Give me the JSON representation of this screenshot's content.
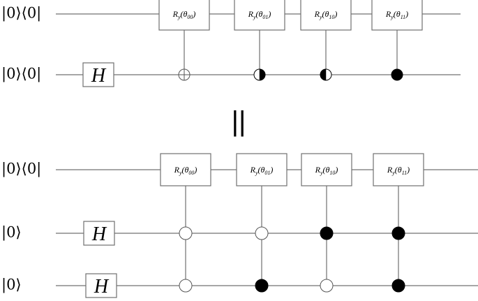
{
  "top_circuit": {
    "qubits": [
      {
        "id": "q0",
        "label": "|0⟩⟨0|"
      },
      {
        "id": "q1",
        "label": "|0⟩⟨0|"
      }
    ],
    "h_gates": [
      {
        "qubit": 1,
        "label": "H"
      }
    ],
    "ry_gates": [
      {
        "target": 0,
        "label": "R_y(θ_00)",
        "controls": [
          {
            "qubit": 1,
            "state": "oplus"
          }
        ]
      },
      {
        "target": 0,
        "label": "R_y(θ_01)",
        "controls": [
          {
            "qubit": 1,
            "state": "half-right"
          }
        ]
      },
      {
        "target": 0,
        "label": "R_y(θ_10)",
        "controls": [
          {
            "qubit": 1,
            "state": "half-left"
          }
        ]
      },
      {
        "target": 0,
        "label": "R_y(θ_11)",
        "controls": [
          {
            "qubit": 1,
            "state": "filled"
          }
        ]
      }
    ]
  },
  "separator": "||",
  "bottom_circuit": {
    "qubits": [
      {
        "id": "q0",
        "label": "|0⟩⟨0|"
      },
      {
        "id": "q1",
        "label": "|0⟩"
      },
      {
        "id": "q2",
        "label": "|0⟩"
      }
    ],
    "h_gates": [
      {
        "qubit": 1,
        "label": "H"
      },
      {
        "qubit": 2,
        "label": "H"
      }
    ],
    "ry_gates": [
      {
        "target": 0,
        "label": "R_y(θ_00)",
        "controls": [
          {
            "qubit": 1,
            "state": "open"
          },
          {
            "qubit": 2,
            "state": "open"
          }
        ]
      },
      {
        "target": 0,
        "label": "R_y(θ_01)",
        "controls": [
          {
            "qubit": 1,
            "state": "open"
          },
          {
            "qubit": 2,
            "state": "filled"
          }
        ]
      },
      {
        "target": 0,
        "label": "R_y(θ_10)",
        "controls": [
          {
            "qubit": 1,
            "state": "filled"
          },
          {
            "qubit": 2,
            "state": "open"
          }
        ]
      },
      {
        "target": 0,
        "label": "R_y(θ_11)",
        "controls": [
          {
            "qubit": 1,
            "state": "filled"
          },
          {
            "qubit": 2,
            "state": "filled"
          }
        ]
      }
    ]
  },
  "colors": {
    "wire": "#707070",
    "control_filled": "#000000",
    "control_open": "#ffffff",
    "background": "#ffffff"
  }
}
